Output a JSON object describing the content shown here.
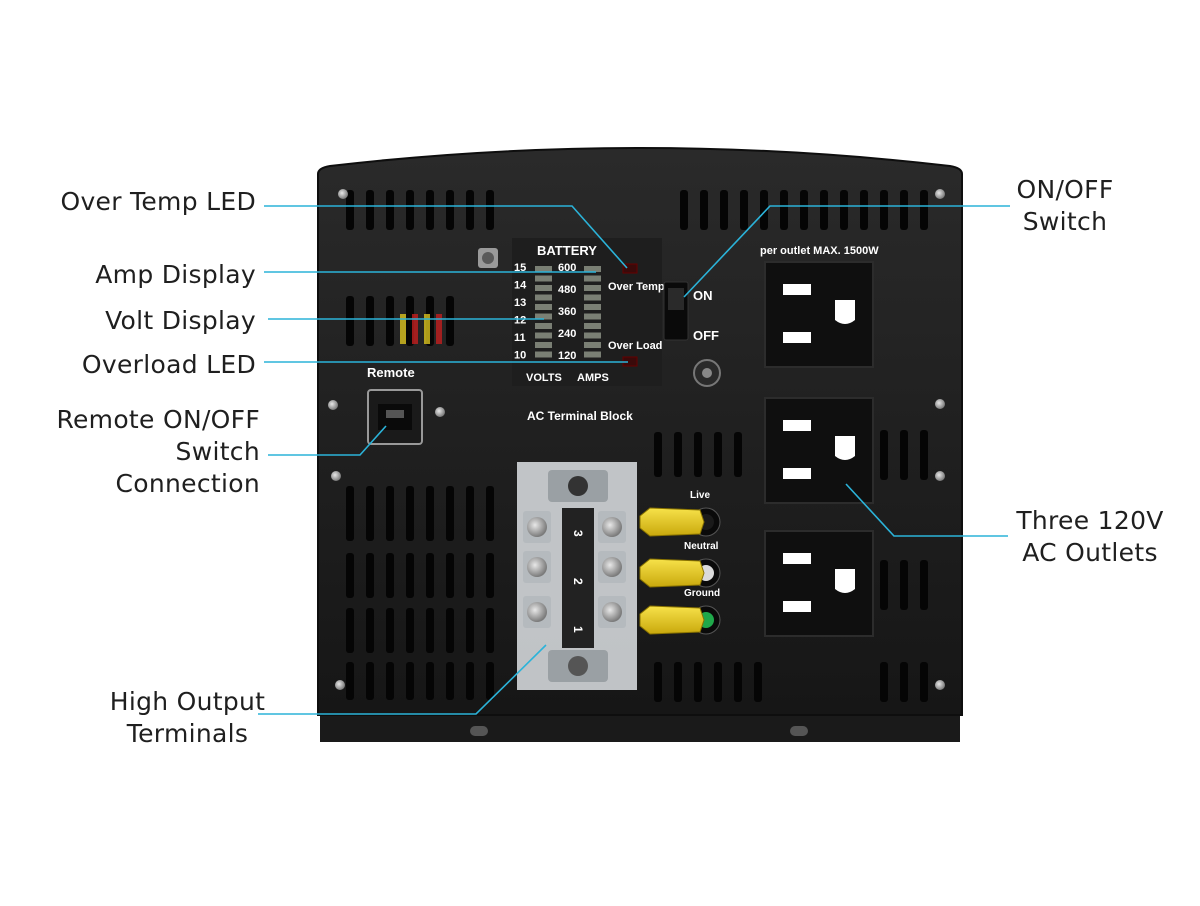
{
  "callouts": {
    "over_temp_led": "Over Temp LED",
    "amp_display": "Amp Display",
    "volt_display": "Volt Display",
    "overload_led": "Overload LED",
    "remote_switch": [
      "Remote ON/OFF",
      "Switch",
      "Connection"
    ],
    "high_output": [
      "High Output",
      "Terminals"
    ],
    "on_off_switch": [
      "ON/OFF",
      "Switch"
    ],
    "ac_outlets": [
      "Three 120V",
      "AC Outlets"
    ]
  },
  "panel": {
    "battery_label": "BATTERY",
    "volt_ticks": [
      "15",
      "14",
      "13",
      "12",
      "11",
      "10"
    ],
    "amp_ticks": [
      "600",
      "480",
      "360",
      "240",
      "120"
    ],
    "volts_label": "VOLTS",
    "amps_label": "AMPS",
    "over_temp_label": "Over Temp",
    "over_load_label": "Over Load",
    "on_label": "ON",
    "off_label": "OFF",
    "remote_label": "Remote",
    "terminal_block_label": "AC Terminal Block",
    "outlet_rating": "per outlet MAX. 1500W",
    "wire_labels": [
      "Live",
      "Neutral",
      "Ground"
    ],
    "terminal_numbers": [
      "3",
      "2",
      "1"
    ]
  },
  "colors": {
    "leader_line": "#2bb3d9",
    "chassis": "#1b1b1b",
    "panel_text": "#ffffff",
    "wire_cap": "#f2d21b"
  }
}
